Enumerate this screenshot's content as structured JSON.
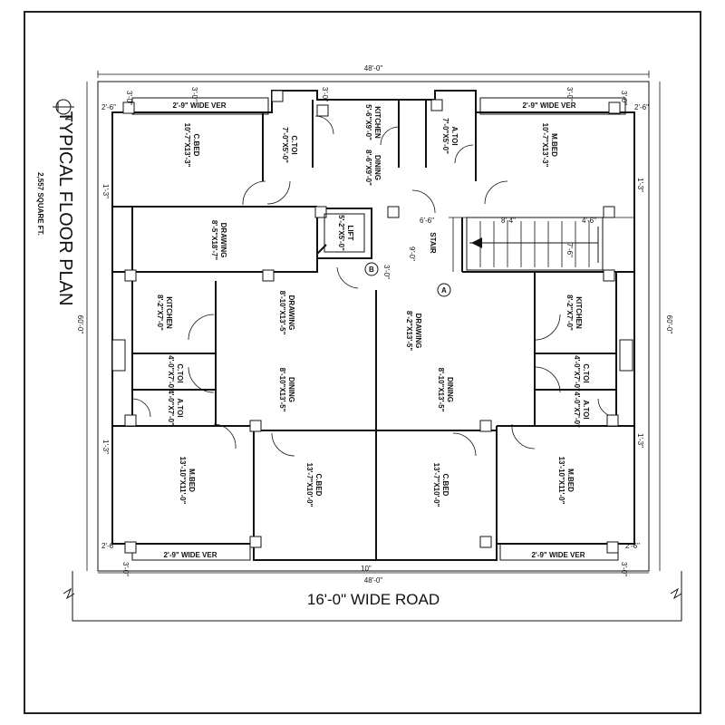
{
  "plan": {
    "title": "TYPICAL FLOOR PLAN",
    "area": "2,557 SQUARE FT.",
    "north": "N",
    "width_top": "48'-0\"",
    "width_bottom": "48'-0\"",
    "depth_left": "60'-0\"",
    "depth_right": "60'-0\"",
    "road": "16'-0\" WIDE ROAD"
  },
  "rooms": {
    "tl_cbed": {
      "name": "C.BED",
      "size": "10'-7\"X13'-3\""
    },
    "tl_ctoi": {
      "name": "C.TOI",
      "size": "7'-0\"X5'-0\""
    },
    "top_kitchen": {
      "name": "KITCHEN",
      "size": "5'-6\"X9'-0\""
    },
    "top_dining": {
      "name": "DINING",
      "size": "8'-6\"X9'-0\""
    },
    "tr_atoi": {
      "name": "A.TOI",
      "size": "7'-0\"X5'-0\""
    },
    "tr_mbed": {
      "name": "M.BED",
      "size": "10'-7\"X13'-3\""
    },
    "tl_drawing": {
      "name": "DRAWING",
      "size": "8'-5\"X18'-7\""
    },
    "lift": {
      "name": "LIFT",
      "size": "5'-2\"X5'-0\""
    },
    "stair": {
      "name": "STAIR"
    },
    "l_kitchen": {
      "name": "KITCHEN",
      "size": "8'-2\"X7'-0\""
    },
    "l_drawing": {
      "name": "DRAWING",
      "size": "8'-10\"X13'-5\""
    },
    "l_ctoi": {
      "name": "C.TOI",
      "size": "4'-0\"X7'-0\""
    },
    "l_dining": {
      "name": "DINING",
      "size": "8'-10\"X13'-5\""
    },
    "l_atoi": {
      "name": "A.TOI",
      "size": "4'-0\"X7'-0\""
    },
    "bl_mbed": {
      "name": "M.BED",
      "size": "13'-10\"X11'-0\""
    },
    "bl_cbed": {
      "name": "C.BED",
      "size": "13'-7\"X10'-0\""
    },
    "c_drawing": {
      "name": "DRAWING",
      "size": "8'-2\"X13'-5\""
    },
    "c_dining": {
      "name": "DINING",
      "size": "8'-10\"X13'-5\""
    },
    "r_kitchen": {
      "name": "KITCHEN",
      "size": "8'-2\"X7'-0\""
    },
    "r_ctoi": {
      "name": "C.TOI",
      "size": "4'-0\"X7'-0\""
    },
    "r_atoi": {
      "name": "A.TOI",
      "size": "4'-0\"X7'-0\""
    },
    "br_cbed": {
      "name": "C.BED",
      "size": "13'-7\"X10'-0\""
    },
    "br_mbed": {
      "name": "M.BED",
      "size": "13'-10\"X11'-0\""
    }
  },
  "verandas": {
    "tl": "2'-9\" WIDE VER",
    "tr": "2'-9\" WIDE VER",
    "bl": "2'-9\" WIDE VER",
    "br": "2'-9\" WIDE VER"
  },
  "dims": {
    "d30": "3'-0\"",
    "d26": "2'-6\"",
    "d13": "1'-3\"",
    "stair_w": "6'-6\"",
    "stair_8": "8'-4\"",
    "stair_46": "4'-6\"",
    "stair_76": "7'-6\"",
    "lobby_90": "9'-0\"",
    "lobby_30": "3'-0\"",
    "mid_10": "10\""
  },
  "markers": {
    "a": "A",
    "b": "B"
  }
}
